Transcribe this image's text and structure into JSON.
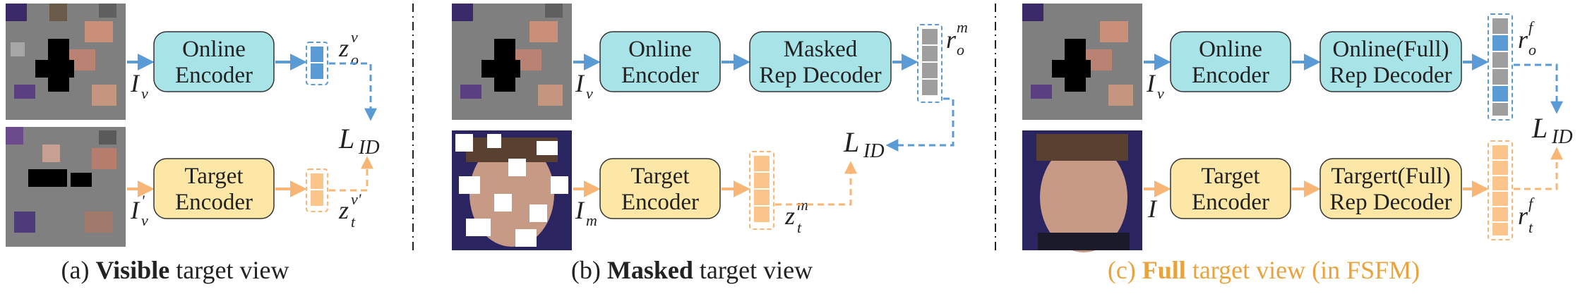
{
  "colors": {
    "online_fill": "#a8e3e8",
    "target_fill": "#fde7a6",
    "blue_arrow": "#5b9bd5",
    "orange_arrow": "#f7b675",
    "highlight_caption": "#e8a33d",
    "token_grey": "#9e9e9e",
    "token_blue": "#5b9bd5",
    "token_orange": "#fbc58c"
  },
  "panels": {
    "a": {
      "online_encoder": [
        "Online",
        "Encoder"
      ],
      "target_encoder": [
        "Target",
        "Encoder"
      ],
      "input_online": {
        "base": "I",
        "sub": "v",
        "sup": ""
      },
      "input_target": {
        "base": "I",
        "sub": "v",
        "sup": "'"
      },
      "z_online": {
        "base": "z",
        "sub": "o",
        "sup": "v"
      },
      "z_target": {
        "base": "z",
        "sub": "t",
        "sup": "v'"
      },
      "loss": {
        "base": "L",
        "sub": "ID"
      },
      "caption": {
        "prefix": "(a) ",
        "bold": "Visible",
        "suffix": " target view"
      }
    },
    "b": {
      "online_encoder": [
        "Online",
        "Encoder"
      ],
      "decoder": [
        "Masked",
        "Rep Decoder"
      ],
      "target_encoder": [
        "Target",
        "Encoder"
      ],
      "input_online": {
        "base": "I",
        "sub": "v",
        "sup": ""
      },
      "input_target": {
        "base": "I",
        "sub": "m",
        "sup": ""
      },
      "r_online": {
        "base": "r",
        "sub": "o",
        "sup": "m"
      },
      "z_target": {
        "base": "z",
        "sub": "t",
        "sup": "m"
      },
      "loss": {
        "base": "L",
        "sub": "ID"
      },
      "caption": {
        "prefix": "(b) ",
        "bold": "Masked",
        "suffix": " target view"
      }
    },
    "c": {
      "online_encoder": [
        "Online",
        "Encoder"
      ],
      "online_decoder": [
        "Online(Full)",
        "Rep Decoder"
      ],
      "target_encoder": [
        "Target",
        "Encoder"
      ],
      "target_decoder": [
        "Targert(Full)",
        "Rep Decoder"
      ],
      "input_online": {
        "base": "I",
        "sub": "v",
        "sup": ""
      },
      "input_target": {
        "base": "I",
        "sub": "",
        "sup": ""
      },
      "r_online": {
        "base": "r",
        "sub": "o",
        "sup": "f"
      },
      "r_target": {
        "base": "r",
        "sub": "t",
        "sup": "f"
      },
      "loss": {
        "base": "L",
        "sub": "ID"
      },
      "caption": {
        "prefix": "(c) ",
        "bold": "Full",
        "suffix": " target view (in FSFM)"
      }
    }
  }
}
